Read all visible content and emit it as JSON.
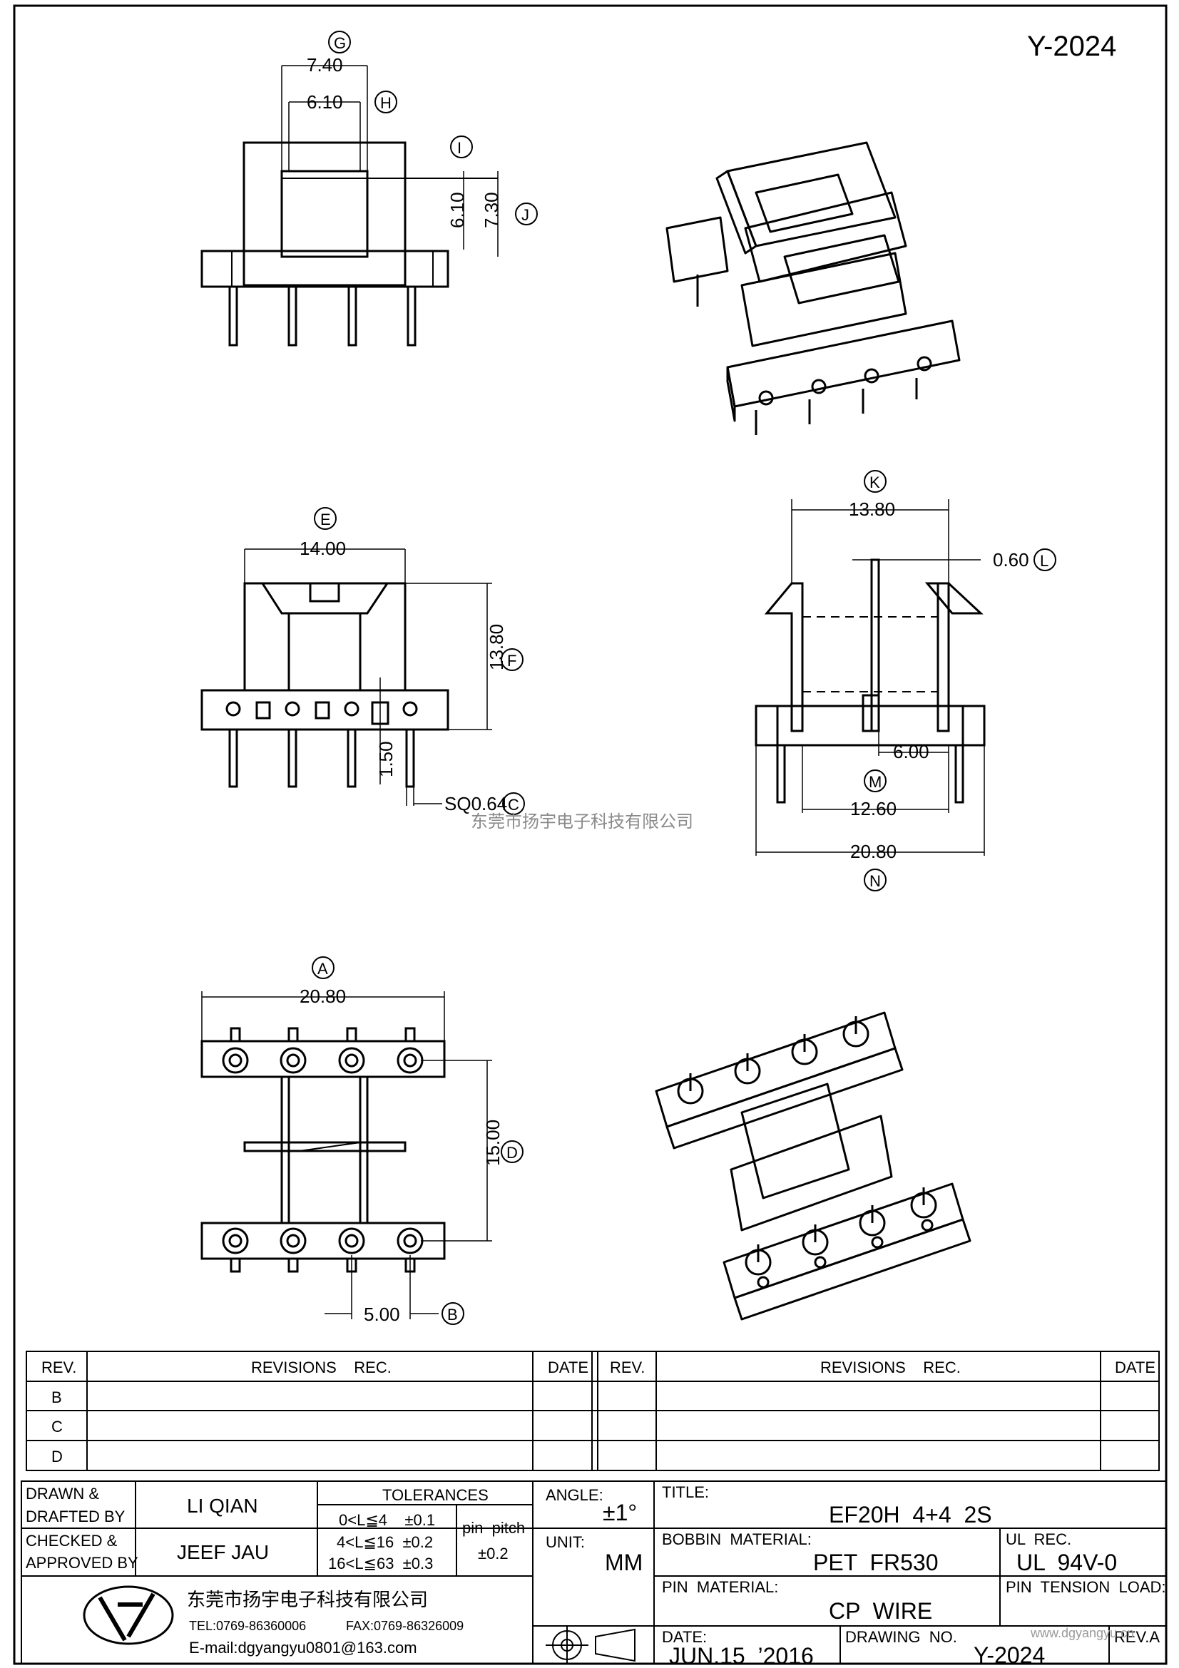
{
  "drawing_no_top": "Y-2024",
  "watermark": "东莞市扬宇电子科技有限公司",
  "footer_url": "www.dgyangyu.cn",
  "views": {
    "front": {
      "callouts": [
        "G",
        "H",
        "I",
        "J"
      ],
      "dims": [
        "7.40",
        "6.10",
        "6.10",
        "7.30"
      ]
    },
    "side": {
      "callouts": [
        "E",
        "F",
        "C"
      ],
      "dims": [
        "14.00",
        "13.80",
        "1.50",
        "SQ0.64"
      ]
    },
    "section": {
      "callouts": [
        "K",
        "L",
        "M",
        "N"
      ],
      "dims": [
        "13.80",
        "0.60",
        "6.00",
        "12.60",
        "20.80"
      ]
    },
    "bottom": {
      "callouts": [
        "A",
        "D",
        "B"
      ],
      "dims": [
        "20.80",
        "15.00",
        "5.00"
      ]
    }
  },
  "revisions": {
    "headers": [
      "REV.",
      "REVISIONS    REC.",
      "DATE",
      "REV.",
      "REVISIONS    REC.",
      "DATE"
    ],
    "rows": [
      "B",
      "C",
      "D"
    ]
  },
  "title_block": {
    "drawn_label_1": "DRAWN &",
    "drawn_label_2": "DRAFTED BY",
    "drawn_by": "LI QIAN",
    "checked_label_1": "CHECKED &",
    "checked_label_2": "APPROVED BY",
    "checked_by": "JEEF JAU",
    "tolerances_label": "TOLERANCES",
    "tol_1": "0<L≦4    ±0.1",
    "tol_2": "4<L≦16  ±0.2",
    "tol_3": "16<L≦63  ±0.3",
    "pin_pitch_label": "pin  pitch",
    "pin_pitch_value": "±0.2",
    "angle_label": "ANGLE:",
    "angle_value": "±1°",
    "unit_label": "UNIT:",
    "unit_value": "MM",
    "title_label": "TITLE:",
    "title_value": "EF20H  4+4  2S",
    "bobbin_label": "BOBBIN  MATERIAL:",
    "bobbin_value": "PET  FR530",
    "ul_label": "UL  REC.",
    "ul_value": "UL  94V-0",
    "pin_material_label": "PIN  MATERIAL:",
    "pin_material_value": "CP  WIRE",
    "pin_tension_label": "PIN  TENSION  LOAD:",
    "date_label": "DATE:",
    "date_value": "JUN.15  ’2016",
    "drawing_no_label": "DRAWING  NO.",
    "drawing_no_value": "Y-2024",
    "rev_label": "REV.A",
    "company_name": "东莞市扬宇电子科技有限公司",
    "company_tel": "TEL:0769-86360006",
    "company_fax": "FAX:0769-86326009",
    "company_email": "E-mail:dgyangyu0801@163.com"
  }
}
